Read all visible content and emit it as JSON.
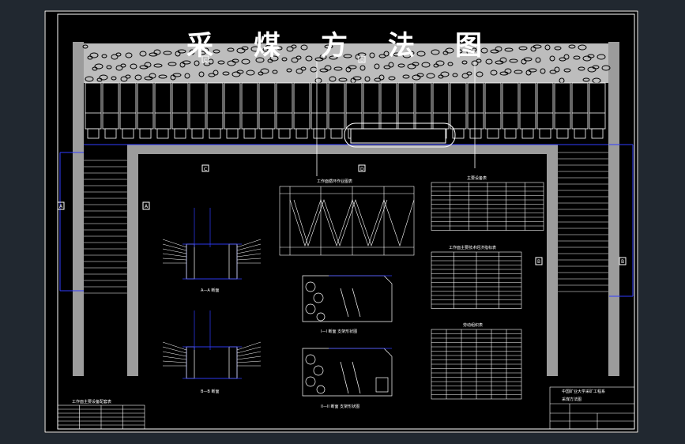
{
  "title": {
    "chars": [
      "采",
      "煤",
      "方",
      "法",
      "图"
    ]
  },
  "section_marks": [
    "C",
    "D",
    "C",
    "D"
  ],
  "side_labels": [
    "A",
    "A",
    "B",
    "B"
  ],
  "views": {
    "a_a": "A—A 断面",
    "b_b": "B—B 断面",
    "mid_top": "I—I 断面  支架形状图",
    "mid_bottom": "II—II 断面  支架形状图"
  },
  "tables": {
    "cycle_chart": "工作面循环作业图表",
    "equipment": "主要设备表",
    "economic": "工作面主要技术经济指标表",
    "labor": "劳动组织表",
    "legend_small": "工作面主要设备配套表"
  },
  "title_block": {
    "school": "中国矿业大学采矿工程系",
    "project": "采煤方法图"
  },
  "colors": {
    "background": "#212830",
    "sheet": "#000000",
    "line": "#ffffff",
    "blue": "#2f3cff",
    "gray": "#9c9c9c"
  }
}
